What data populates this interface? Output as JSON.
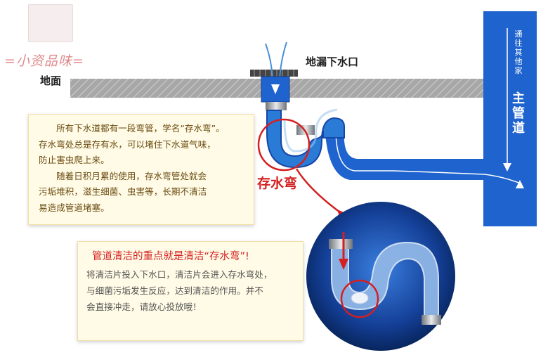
{
  "watermark": {
    "text": "=小资品味="
  },
  "labels": {
    "ground": "地面",
    "floor_drain": "地漏下水口",
    "trap": "存水弯",
    "main_pipe": [
      "主",
      "管",
      "道"
    ],
    "to_other_pipes": [
      "通",
      "往",
      "其",
      "他",
      "家"
    ]
  },
  "info_box": {
    "line1": "所有下水道都有一段弯管，学名“存水弯”。",
    "line2": "存水弯处总是存有水，可以堵住下水道气味，",
    "line3": "防止害虫爬上来。",
    "line4": "随着日积月累的使用，存水弯管处就会",
    "line5": "污垢堆积，滋生细菌、虫害等，长期不清洁",
    "line6": "易造成管道堵塞。"
  },
  "cleaning_box": {
    "headline": "管道清洁的重点就是清洁“存水弯”!",
    "line1": "将清洁片投入下水口，清洁片会进入存水弯处，",
    "line2": "与细菌污垢发生反应，达到清洁的作用。并不",
    "line3": "会直接冲走，请放心投放哦！"
  },
  "colors": {
    "pipe_blue": "#1f63cf",
    "pipe_dark": "#1547a8",
    "trap_red": "#d42020",
    "water_blue": "#2a7bd6",
    "ground_gray": "#a9a9a9",
    "circle_dark": "#0a2c6a"
  }
}
